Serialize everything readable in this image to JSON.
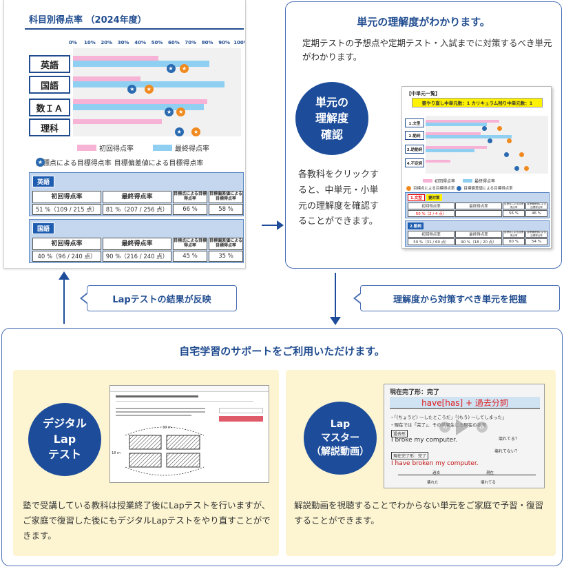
{
  "score_screen": {
    "title": "科目別得点率 （2024年度）",
    "pct_ticks": [
      "0%",
      "10%",
      "20%",
      "30%",
      "40%",
      "50%",
      "60%",
      "70%",
      "80%",
      "90%",
      "100%"
    ],
    "subjects": [
      {
        "label": "英語",
        "first_rate": 51,
        "final_rate": 81,
        "target_rate": 66,
        "deviation_rate": 58
      },
      {
        "label": "国語",
        "first_rate": 40,
        "final_rate": 90,
        "target_rate": 45,
        "deviation_rate": 35
      },
      {
        "label": "数ＩＡ",
        "first_rate": 80,
        "final_rate": 78,
        "target_rate": 64,
        "deviation_rate": 57
      },
      {
        "label": "理科",
        "first_rate": 53,
        "final_rate": 0,
        "target_rate": 73,
        "deviation_rate": 63
      }
    ],
    "legend": {
      "first": "初回得点率",
      "final": "最終得点率",
      "target": "目標点による目標得点率",
      "deviation": "目標偏差値による目標得点率"
    },
    "tables": [
      {
        "tag": "英語",
        "headers": [
          "初回得点率",
          "最終得点率",
          "目標点による目標得点率",
          "目標偏差値による目標得点率"
        ],
        "values": [
          "51 %（109 / 215 点）",
          "81 %（207 / 256 点）",
          "66 %",
          "58 %"
        ]
      },
      {
        "tag": "国語",
        "headers": [
          "初回得点率",
          "最終得点率",
          "目標点による目標得点率",
          "目標偏差値による目標得点率"
        ],
        "values": [
          "40 %（96 / 240 点）",
          "90 %（216 / 240 点）",
          "45 %",
          "35 %"
        ]
      }
    ]
  },
  "unit_panel": {
    "title": "単元の理解度がわかります。",
    "desc": "定期テストの予想点や定期テスト・入試までに対策するべき単元がわかります。",
    "circle": "単元の\n理解度\n確認",
    "text": "各教科をクリックすると、中単元・小単元の理解度を確認することができます。",
    "mini": {
      "header": "【中単元一覧】",
      "notice": "要やり直し中単元数：1  カリキュラム残り中単元数：1",
      "units": [
        "1.文型",
        "2.動詞",
        "3.助動詞",
        "4.不定詞"
      ],
      "legend_first": "初回得点率",
      "legend_final": "最終得点率",
      "legend_target": "目標点による目標得点率",
      "legend_dev": "目標偏差値による目標得点率",
      "table1_tag": "1.文型",
      "table1_tag2": "要対策",
      "table1_values": [
        "50 %（2 / 4 点）",
        "",
        "56 %",
        "46 %"
      ],
      "table2_tag": "2.動詞",
      "table2_values": [
        "50 %（31 / 60 点）",
        "90 %（18 / 20 点）",
        "60 %",
        "54 %"
      ],
      "headers": [
        "初回得点率",
        "最終得点率",
        "目標点による目標得点率",
        "目標偏差値による目標得点率"
      ]
    }
  },
  "callouts": {
    "left": "Lapテストの結果が反映",
    "right": "理解度から対策すべき単元を把握"
  },
  "support": {
    "title": "自宅学習のサポートをご利用いただけます。",
    "digital": {
      "circle": "デジタル\nLap\nテスト",
      "text": "塾で受講している教科は授業終了後にLapテストを行いますが、ご家庭で復習した後にもデジタルLapテストをやり直すことができます。",
      "shot_label": "30 m",
      "shot_side": "18 m"
    },
    "master": {
      "circle": "Lap\nマスター\n（解説動画）",
      "text": "解説動画を視聴することでわからない単元をご家庭で予習・復習することができます。",
      "video_title": "現在完了形：完了",
      "video_formula": "have[has] + 過去分詞",
      "video_line1": "・「(ちょうど) ～したところだ」「(もう) ～してしまった」",
      "video_line2": "・現在では「完了」、その結果生じる現在の状況",
      "video_tag1": "過去形",
      "video_sentence1": "I broke my computer.",
      "video_tag2": "現在完了形：完了",
      "video_sentence2": "I have broken my computer.",
      "video_q1": "壊れてる？",
      "video_q2": "壊れてない？",
      "video_past": "過去",
      "video_now": "現在",
      "video_broken": "壊れた",
      "video_broken2": "壊れてる"
    }
  },
  "colors": {
    "navy": "#1d4d9a",
    "title_blue": "#1f4b8f",
    "pink": "#f7b3d6",
    "light_blue": "#8fd0f2",
    "yellow": "#fdf5d2"
  }
}
